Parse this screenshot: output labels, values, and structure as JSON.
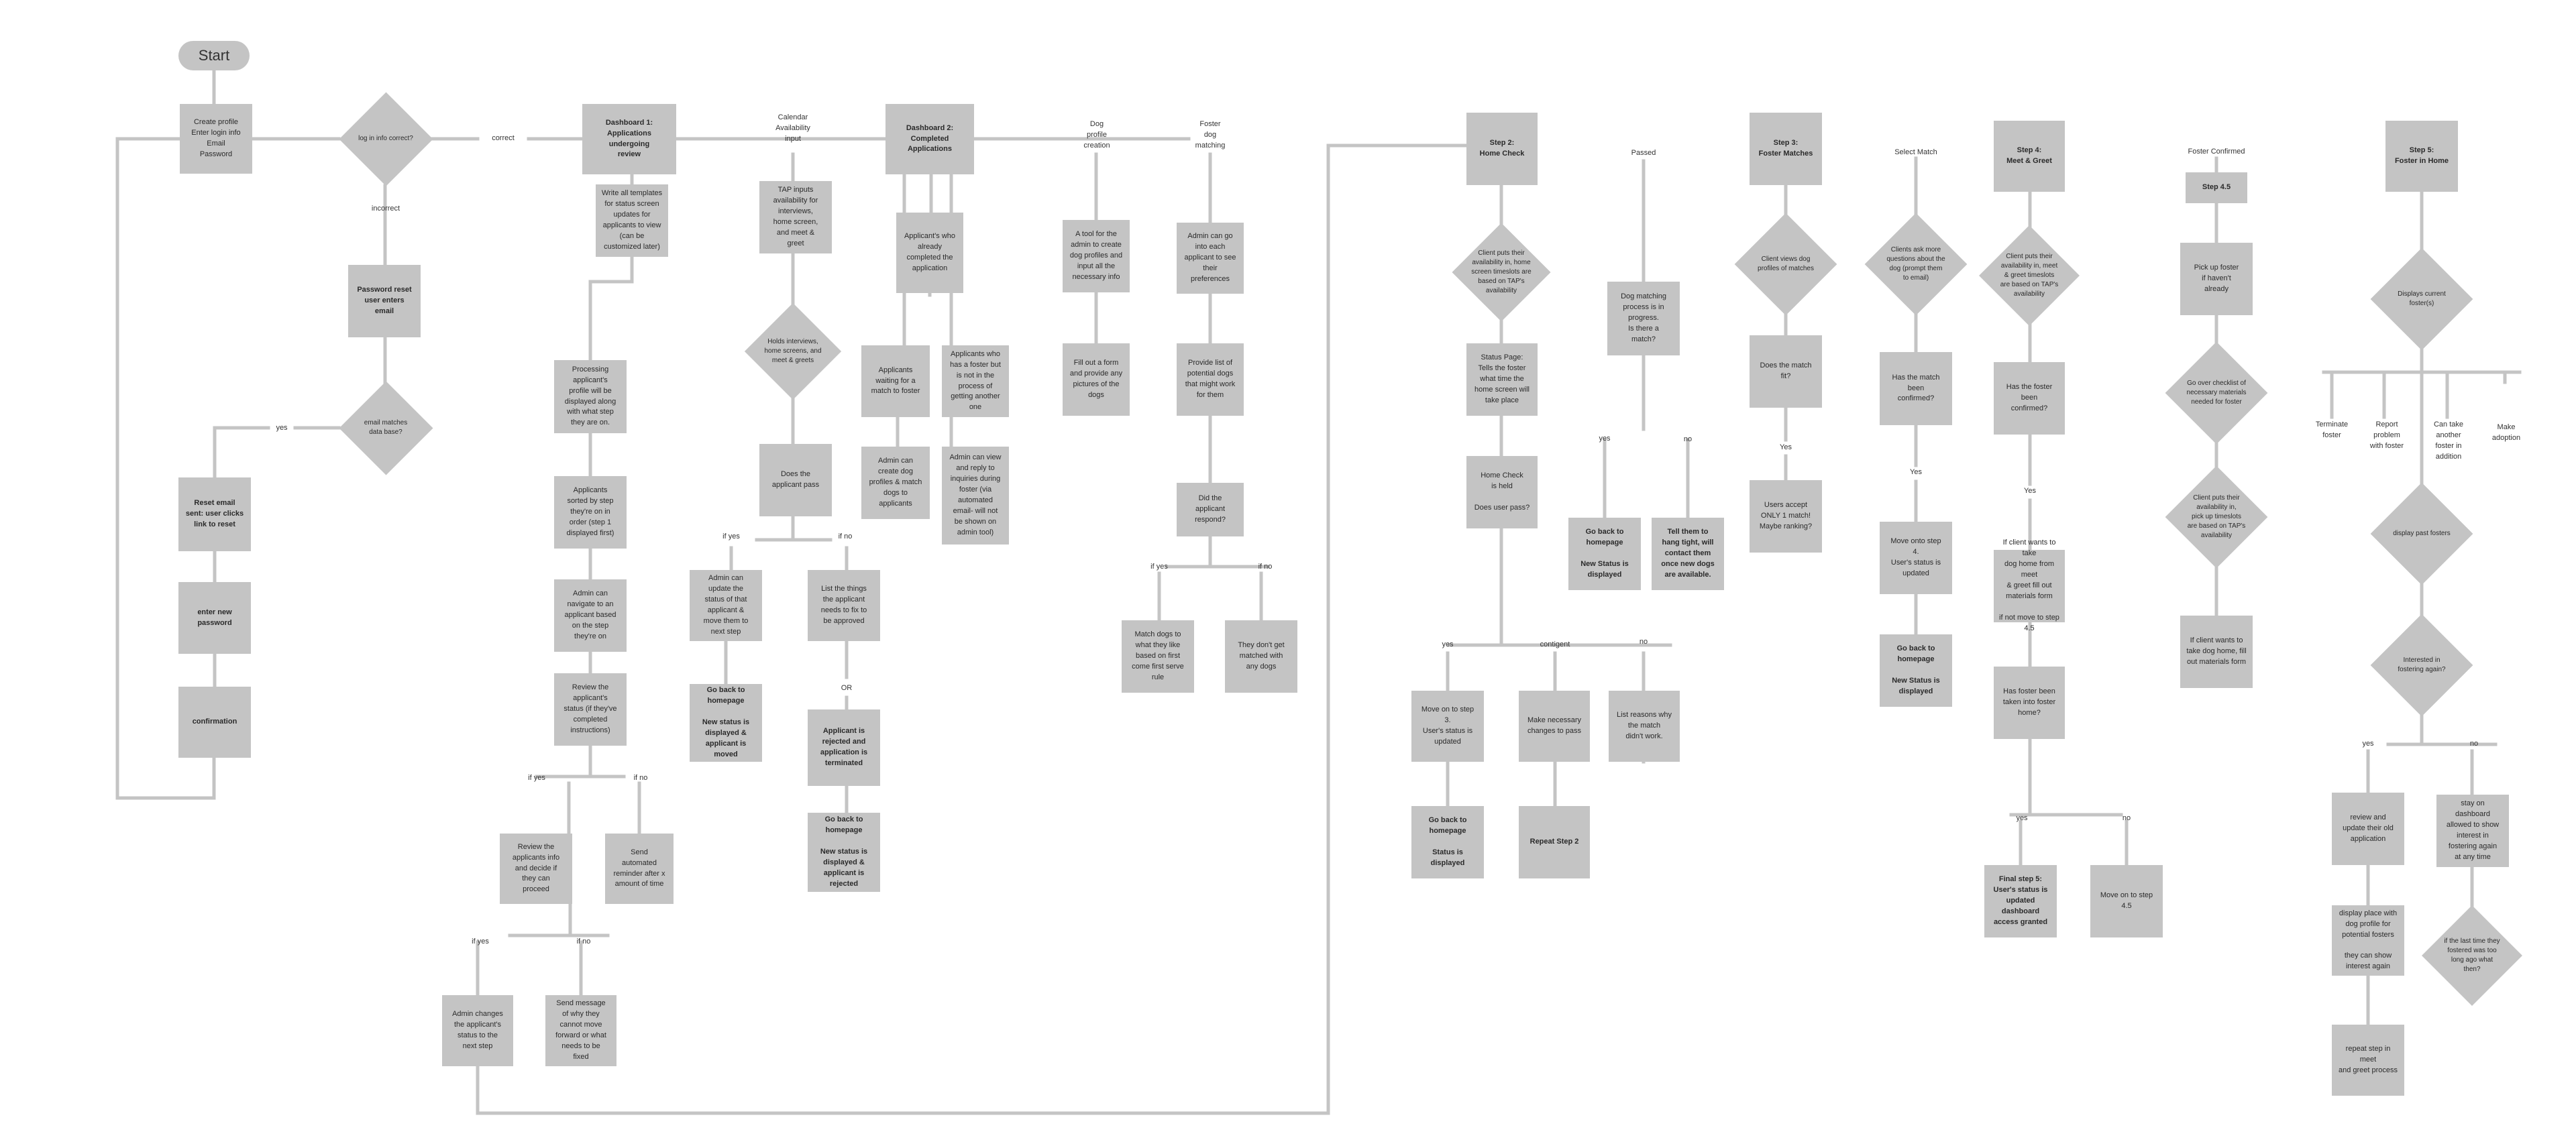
{
  "start": "Start",
  "colors": {
    "box": "#c4c4c4",
    "line": "#c4c4c4",
    "background": "#ffffff"
  },
  "nodes": {
    "create_profile": "Create profile\nEnter login info\nEmail\nPassword",
    "login_correct": "log in info correct?",
    "password_reset": "Password reset\nuser enters\nemail",
    "email_matches": "email matches\ndata base?",
    "reset_email": "Reset email\nsent: user clicks\nlink to reset",
    "enter_new_password": "enter new\npassword",
    "confirmation": "confirmation",
    "dashboard1": "Dashboard 1:\nApplications\nundergoing\nreview",
    "write_templates": "Write all templates\nfor status screen\nupdates for\napplicants to view\n(can be\ncustomized later)",
    "processing_profile": "Processing\napplicant's\nprofile will be\ndisplayed along\nwith what step\nthey are on.",
    "sorted_by_step": "Applicants\nsorted by step\nthey're on in\norder (step 1\ndisplayed first)",
    "admin_navigate": "Admin can\nnavigate to an\napplicant based\non the step\nthey're on",
    "review_status": "Review the\napplicant's\nstatus (if they've\ncompleted\ninstructions)",
    "review_info": "Review the\napplicants info\nand decide if\nthey can\nproceed",
    "send_reminder": "Send\nautomated\nreminder after x\namount of time",
    "admin_changes": "Admin changes\nthe applicant's\nstatus to the\nnext step",
    "send_message": "Send message\nof why they\ncannot move\nforward or what\nneeds to be\nfixed",
    "tap_inputs": "TAP inputs\navailability for\ninterviews,\nhome screen,\nand meet &\ngreet",
    "holds_interviews": "Holds interviews,\nhome screens, and\nmeet & greets",
    "applicant_pass": "Does the\napplicant pass",
    "admin_update_status": "Admin can\nupdate the\nstatus of that\napplicant &\nmove them to\nnext step",
    "list_things": "List the things\nthe applicant\nneeds to fix to\nbe approved",
    "go_back_moved": "Go back to\nhomepage\n\nNew status is\ndisplayed &\napplicant is\nmoved",
    "rejected_terminated": "Applicant is\nrejected and\napplication is\nterminated",
    "go_back_rejected": "Go back to\nhomepage\n\nNew status is\ndisplayed &\napplicant is\nrejected",
    "dashboard2": "Dashboard 2:\nCompleted\nApplications",
    "already_completed": "Applicant's who\nalready\ncompleted the\napplication",
    "waiting_foster": "Applicants\nwaiting for a\nmatch to foster",
    "has_foster": "Applicants who\nhas a foster but\nis not in the\nprocess of\ngetting another\none",
    "create_dog_profiles": "Admin can\ncreate dog\nprofiles & match\ndogs to\napplicants",
    "view_reply": "Admin can view\nand reply to\ninquiries during\nfoster (via\nautomated\nemail- will not\nbe shown on\nadmin tool)",
    "tool_dog_profiles": "A tool for the\nadmin to create\ndog profiles and\ninput all the\nnecessary info",
    "fill_form": "Fill out a form\nand provide any\npictures of the\ndogs",
    "admin_go_into": "Admin can go\ninto each\napplicant to see\ntheir\npreferences",
    "provide_list": "Provide list of\npotential dogs\nthat might work\nfor them",
    "did_respond": "Did the\napplicant\nrespond?",
    "match_dogs": "Match dogs to\nwhat they like\nbased on first\ncome first serve\nrule",
    "dont_get_matched": "They don't get\nmatched with\nany dogs",
    "step2_home_check": "Step 2:\nHome Check",
    "client_puts_availability": "Client puts their\navailability in, home\nscreen timeslots are\nbased on TAP's\navailability",
    "status_page": "Status Page:\nTells the foster\nwhat time the\nhome screen will\ntake place",
    "home_check_held": "Home Check\nis held\n\nDoes user pass?",
    "move_on_step3": "Move on to step\n3.\nUser's status is\nupdated",
    "make_changes": "Make necessary\nchanges to pass",
    "list_reasons": "List reasons why\nthe match\ndidn't work.",
    "go_back_step2": "Go back to\nhomepage\n\nStatus is\ndisplayed",
    "repeat_step2": "Repeat Step 2",
    "dog_matching_progress": "Dog matching\nprocess is in\nprogress.\nIs there a\nmatch?",
    "go_back_new_status": "Go back to\nhomepage\n\nNew Status is\ndisplayed",
    "tell_hang_tight": "Tell them to\nhang tight, will\ncontact them\nonce new dogs\nare available.",
    "step3_foster_matches": "Step 3:\nFoster Matches",
    "client_views_profiles": "Client views dog\nprofiles of matches",
    "does_match_fit": "Does the match fit?",
    "users_accept": "Users accept\nONLY 1 match!\nMaybe ranking?",
    "clients_ask_questions": "Clients ask more\nquestions about the\ndog (prompt them\nto email)",
    "match_confirmed": "Has the match been\nconfirmed?",
    "move_onto_step4": "Move onto step\n4.\nUser's status is\nupdated",
    "go_back_step3": "Go back to\nhomepage\n\nNew Status is\ndisplayed",
    "step4_meet_greet": "Step 4:\nMeet & Greet",
    "client_meet_availability": "Client puts their\navailability in, meet\n& greet timeslots\nare based on TAP's\navailability",
    "foster_confirmed_q": "Has the foster been\nconfirmed?",
    "client_wants_take": "If client wants to take\ndog home from meet\n& greet fill out\nmaterials form\n\nif not move to step 4.5",
    "foster_taken_home": "Has foster been\ntaken into foster\nhome?",
    "final_step": "Final step 5:\nUser's status is\nupdated\ndashboard\naccess granted",
    "move_on_step45": "Move on to step\n4.5",
    "step45": "Step 4.5",
    "pick_up_foster": "Pick up foster\nif haven't\nalready",
    "checklist": "Go over checklist of\nnecessary materials\nneeded for foster",
    "client_pickup_availability": "Client puts their\navailability in,\npick up timeslots\nare based on TAP's\navailability",
    "client_materials": "If client wants to\ntake dog home, fill\nout materials form",
    "step5_foster_home": "Step 5:\nFoster in Home",
    "displays_current": "Displays current\nfoster(s)",
    "display_past": "display past fosters",
    "interested_again": "Interested in\nfostering again?",
    "review_update": "review and\nupdate their old\napplication",
    "stay_on_dashboard": "stay on\ndashboard\nallowed to show\ninterest in\nfostering again\nat any time",
    "display_place": "display place with\ndog profile for\npotential fosters\n\nthey can show\ninterest again",
    "last_time": "if the last time they\nfostered was too\nlong ago what\nthen?",
    "repeat_step": "repeat step in meet\nand greet process"
  },
  "labels": {
    "correct": "correct",
    "incorrect": "incorrect",
    "yes_email": "yes",
    "calendar": "Calendar\nAvailability\ninput",
    "dog_profile_creation": "Dog\nprofile\ncreation",
    "foster_dog_matching": "Foster\ndog\nmatching",
    "if_yes_review": "if yes",
    "if_no_review": "if no",
    "if_yes_info": "if yes",
    "if_no_info": "if no",
    "if_yes_pass": "if yes",
    "if_no_pass": "if no",
    "or": "OR",
    "if_yes_respond": "if yes",
    "if_no_respond": "if no",
    "yes_home": "yes",
    "contigent": "contigent",
    "no_home": "no",
    "passed": "Passed",
    "yes_match": "yes",
    "no_match": "no",
    "yes_fit": "Yes",
    "select_match": "Select Match",
    "yes_confirmed": "Yes",
    "yes_foster_confirmed": "Yes",
    "yes_taken": "yes",
    "no_taken": "no",
    "foster_confirmed": "Foster Confirmed",
    "terminate_foster": "Terminate\nfoster",
    "report_problem": "Report\nproblem\nwith foster",
    "take_another": "Can take\nanother\nfoster in\naddition",
    "make_adoption": "Make\nadoption",
    "yes_interested": "yes",
    "no_interested": "no"
  }
}
